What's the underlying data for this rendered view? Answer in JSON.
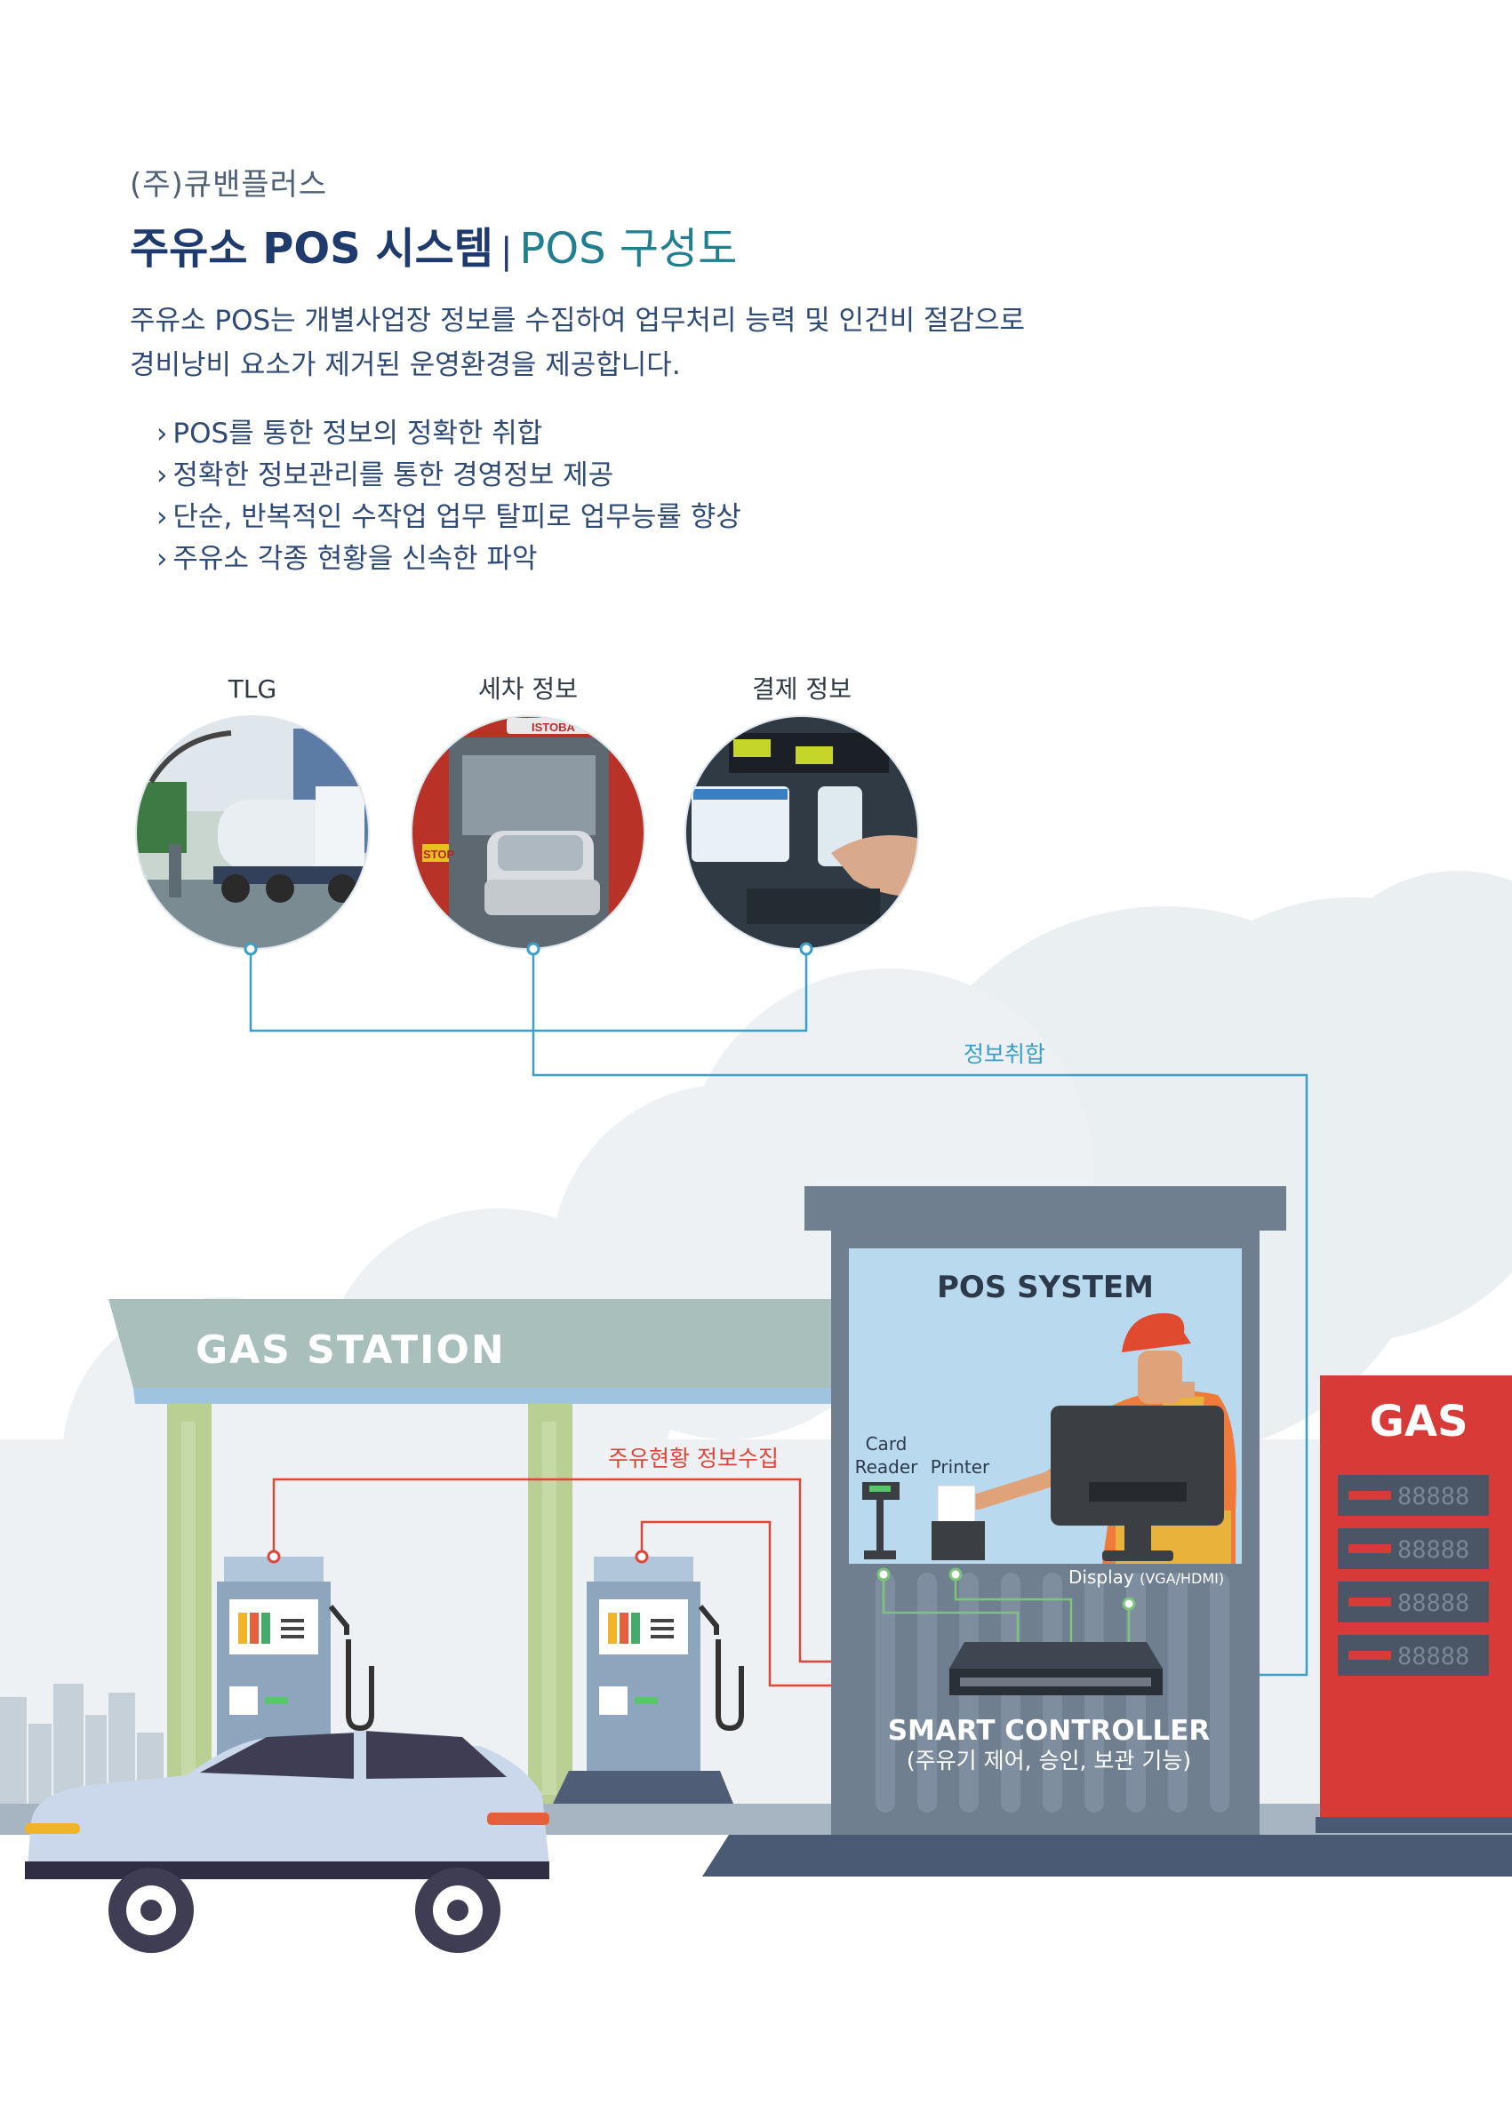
{
  "header": {
    "company": "(주)큐밴플러스",
    "title_main": "주유소 POS 시스템",
    "title_sep": "|",
    "title_sub": "POS 구성도"
  },
  "intro": {
    "line1": "주유소 POS는 개별사업장 정보를 수집하여 업무처리 능력 및 인건비 절감으로",
    "line2": "경비낭비 요소가 제거된  운영환경을 제공합니다."
  },
  "bullets": [
    "POS를 통한 정보의 정확한 취합",
    "정확한 정보관리를 통한 경영정보 제공",
    "단순, 반복적인 수작업 업무 탈피로 업무능률 향상",
    "주유소 각종 현황을 신속한 파악"
  ],
  "bullet_icon": "chevron-right-icon",
  "diagram": {
    "sources": [
      {
        "label": "TLG",
        "photo": "fuel-tanker-truck"
      },
      {
        "label": "세차 정보",
        "photo": "car-wash"
      },
      {
        "label": "결제 정보",
        "photo": "payment-terminal"
      }
    ],
    "photo_sign_text": "ISTOBA",
    "stop_sign_text": "STOP",
    "info_collect_label": "정보취합",
    "fuel_collect_label": "주유현황 정보수집",
    "canopy_label": "GAS STATION",
    "booth_label": "POS SYSTEM",
    "card_reader_label_1": "Card",
    "card_reader_label_2": "Reader",
    "printer_label": "Printer",
    "display_label": "Display",
    "display_sub_label": "(VGA/HDMI)",
    "controller_label": "SMART CONTROLLER",
    "controller_sub_label": "(주유기 제어, 승인, 보관 기능)",
    "sign_label": "GAS",
    "sign_digits": "88888"
  },
  "colors": {
    "blue_line": "#3a9ec6",
    "red_line": "#e0453a",
    "green_line": "#7bc47a",
    "canopy": "#a9bfbc",
    "sign_red": "#d83a37",
    "booth": "#6f7f90",
    "pos_screen": "#b9d9ef"
  }
}
